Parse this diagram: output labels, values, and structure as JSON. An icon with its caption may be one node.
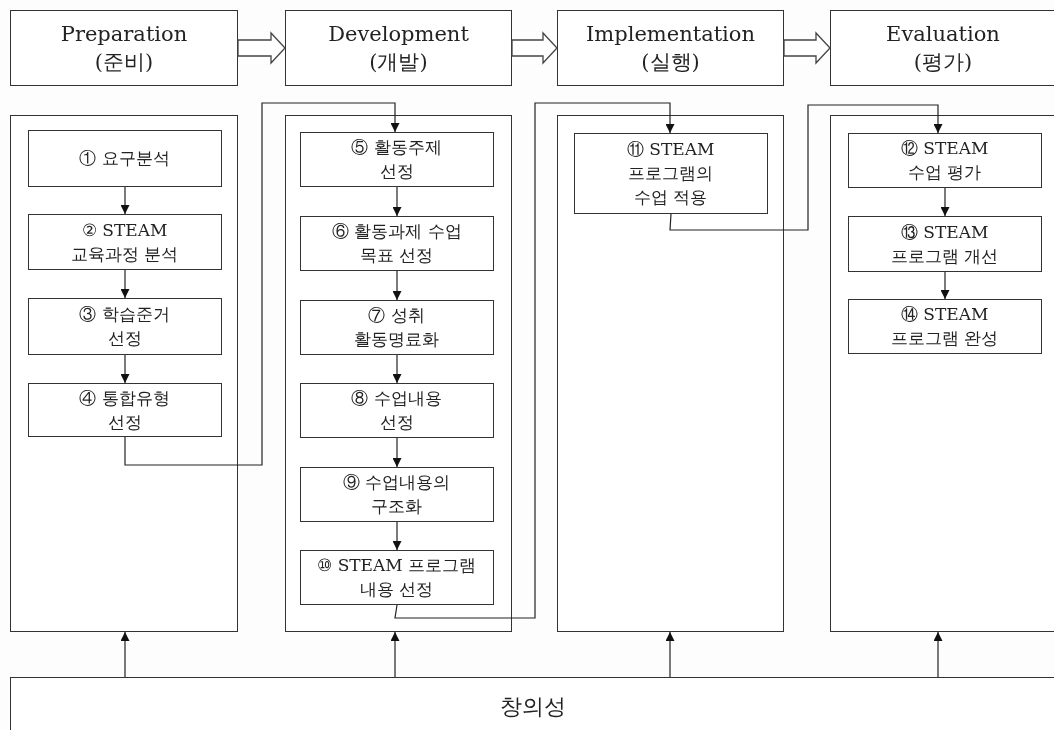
{
  "diagram": {
    "nodes": [
      {
        "text": [
          "Preparation (준비)"
        ]
      },
      {
        "text": [
          "Development (개발)"
        ]
      },
      {
        "text": [
          "Implementation (실행)"
        ]
      },
      {
        "text": [
          "Evaluation (평가)"
        ]
      },
      {
        "text": [],
        "shape": "box"
      },
      {
        "text": [
          "① 요구분석"
        ],
        "in": 4
      },
      {
        "text": [
          "② STEAM 교육과정 분석"
        ],
        "in": 4
      },
      {
        "text": [
          "③ 학습준거 선정"
        ],
        "in": 4
      },
      {
        "text": [
          "④ 통합유형 선정"
        ],
        "in": 4
      },
      {
        "text": [],
        "shape": "box"
      },
      {
        "text": [
          "⑤ 활동주제 선정"
        ],
        "in": 9
      },
      {
        "text": [
          "⑥ 활동과제 수업 목표 선정"
        ],
        "in": 9
      },
      {
        "text": [
          "⑦ 성취 활동명료화"
        ],
        "in": 9
      },
      {
        "text": [
          "⑧ 수업내용 선정"
        ],
        "in": 9
      },
      {
        "text": [
          "⑨ 수업내용의 구조화"
        ],
        "in": 9
      },
      {
        "text": [
          "⑩ STEAM 프로그램 내용 선정"
        ],
        "in": 9
      },
      {
        "text": [],
        "shape": "box"
      },
      {
        "text": [
          "⑪ STEAM 프로그램의 수업 적용"
        ],
        "in": 16
      },
      {
        "text": [],
        "shape": "box"
      },
      {
        "text": [
          "⑫ STEAM 수업 평가"
        ],
        "in": 18
      },
      {
        "text": [
          "⑬ STEAM 프로그램 개선"
        ],
        "in": 18
      },
      {
        "text": [
          "⑭ STEAM 프로그램 완성"
        ],
        "in": 18
      },
      {
        "text": [
          "창의성"
        ]
      }
    ],
    "edges": [
      {
        "from": 0,
        "to": 1,
        "arrow": "to"
      },
      {
        "from": 1,
        "to": 2,
        "arrow": "to"
      },
      {
        "from": 2,
        "to": 3,
        "arrow": "to"
      },
      {
        "from": 5,
        "to": 6,
        "arrow": "to"
      },
      {
        "from": 6,
        "to": 7,
        "arrow": "to"
      },
      {
        "from": 7,
        "to": 8,
        "arrow": "to"
      },
      {
        "from": 8,
        "to": 10,
        "arrow": "to"
      },
      {
        "from": 10,
        "to": 11,
        "arrow": "to"
      },
      {
        "from": 11,
        "to": 12,
        "arrow": "to"
      },
      {
        "from": 12,
        "to": 13,
        "arrow": "to"
      },
      {
        "from": 13,
        "to": 14,
        "arrow": "to"
      },
      {
        "from": 14,
        "to": 15,
        "arrow": "to"
      },
      {
        "from": 15,
        "to": 17,
        "arrow": "to"
      },
      {
        "from": 17,
        "to": 19,
        "arrow": "to"
      },
      {
        "from": 19,
        "to": 20,
        "arrow": "to"
      },
      {
        "from": 20,
        "to": 21,
        "arrow": "to"
      },
      {
        "from": 22,
        "to": 4,
        "arrow": "to"
      },
      {
        "from": 22,
        "to": 9,
        "arrow": "to"
      },
      {
        "from": 22,
        "to": 16,
        "arrow": "to"
      },
      {
        "from": 22,
        "to": 18,
        "arrow": "to"
      }
    ]
  }
}
